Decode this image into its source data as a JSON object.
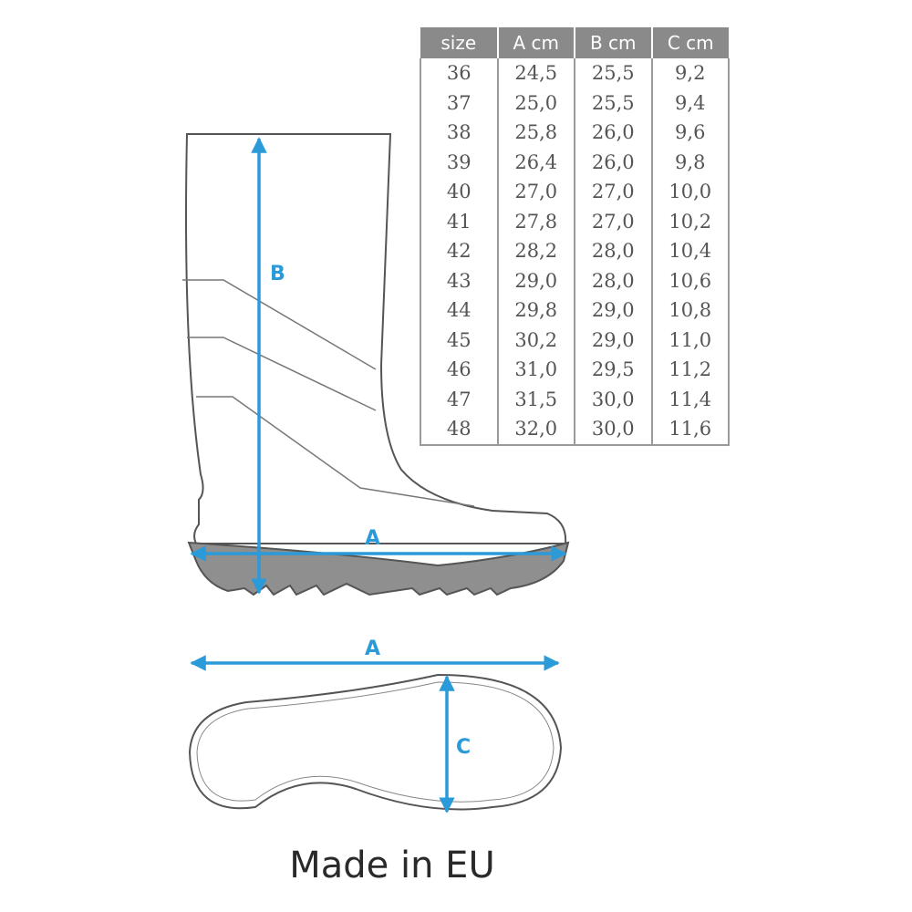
{
  "table": {
    "headers": [
      "size",
      "A cm",
      "B cm",
      "C cm"
    ],
    "rows": [
      [
        "36",
        "24,5",
        "25,5",
        "9,2"
      ],
      [
        "37",
        "25,0",
        "25,5",
        "9,4"
      ],
      [
        "38",
        "25,8",
        "26,0",
        "9,6"
      ],
      [
        "39",
        "26,4",
        "26,0",
        "9,8"
      ],
      [
        "40",
        "27,0",
        "27,0",
        "10,0"
      ],
      [
        "41",
        "27,8",
        "27,0",
        "10,2"
      ],
      [
        "42",
        "28,2",
        "28,0",
        "10,4"
      ],
      [
        "43",
        "29,0",
        "28,0",
        "10,6"
      ],
      [
        "44",
        "29,8",
        "29,0",
        "10,8"
      ],
      [
        "45",
        "30,2",
        "29,0",
        "11,0"
      ],
      [
        "46",
        "31,0",
        "29,5",
        "11,2"
      ],
      [
        "47",
        "31,5",
        "30,0",
        "11,4"
      ],
      [
        "48",
        "32,0",
        "30,0",
        "11,6"
      ]
    ]
  },
  "labels": {
    "height": "B",
    "length_side": "A",
    "length_sole": "A",
    "width_sole": "C"
  },
  "footer": "Made in EU",
  "colors": {
    "arrow": "#2a9ad8",
    "sole": "#8f8f8f",
    "outline": "#555555",
    "header_bg": "#8a8a8a"
  }
}
